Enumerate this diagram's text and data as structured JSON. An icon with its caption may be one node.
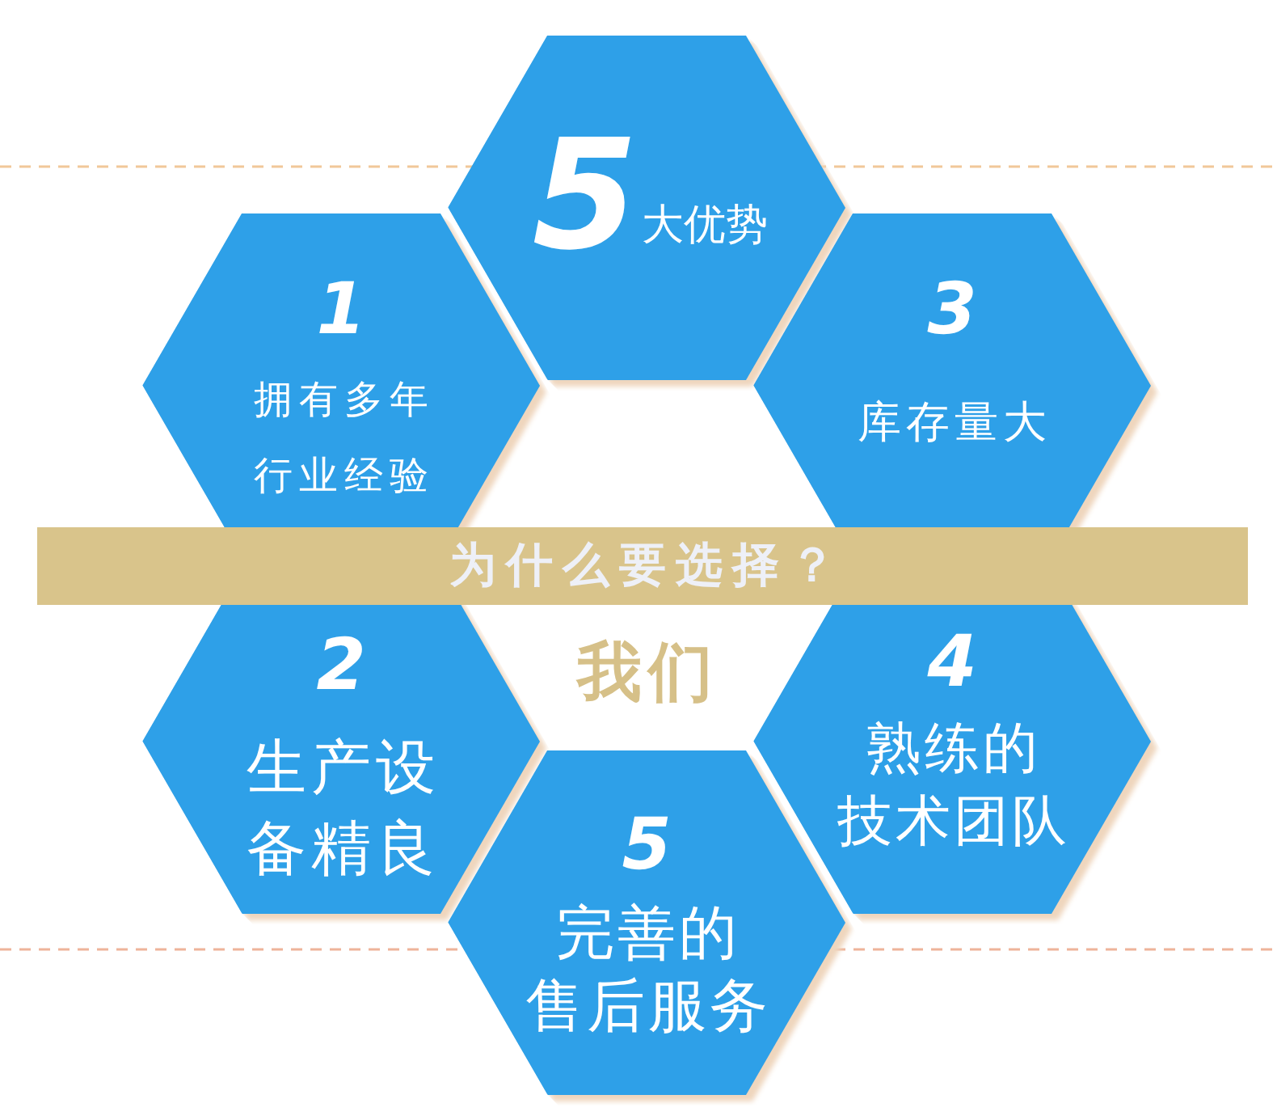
{
  "diagram": {
    "nodes": [
      {
        "text": [
          "5",
          "大优势"
        ]
      },
      {
        "text": [
          "1",
          "拥有多年行业经验"
        ]
      },
      {
        "text": [
          "3",
          "库存量大"
        ]
      },
      {
        "text": [
          "为什么要选择？"
        ]
      },
      {
        "text": [
          "2",
          "生产设备精良"
        ]
      },
      {
        "text": [
          "4",
          "熟练的技术团队"
        ]
      },
      {
        "text": [
          "5",
          "完善的售后服务"
        ]
      }
    ],
    "labels": [
      "我们"
    ]
  }
}
